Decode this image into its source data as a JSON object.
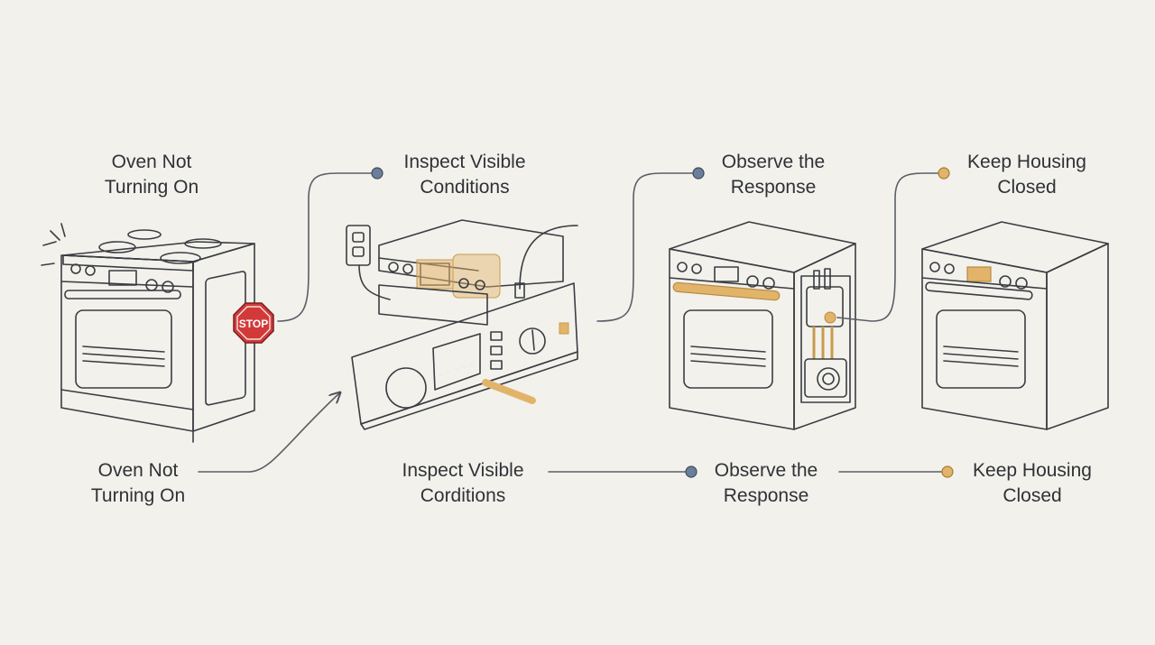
{
  "top_row": {
    "step1": "Oven Not\nTurning On",
    "step2": "Inspect Visible\nConditions",
    "step3": "Observe the\nResponse",
    "step4": "Keep Housing\nClosed"
  },
  "bottom_row": {
    "step1": "Oven Not\nTurning On",
    "step2": "Inspect  Visible\nCorditions",
    "step3": "Observe the\nResponse",
    "step4": "Keep Housing\nClosed"
  },
  "stop_sign": "STOP",
  "colors": {
    "background": "#f3f1ec",
    "ink": "#3a3d42",
    "blue_accent": "#6b7f9c",
    "orange_accent": "#e2b46a",
    "stop_red": "#d23a3a"
  }
}
